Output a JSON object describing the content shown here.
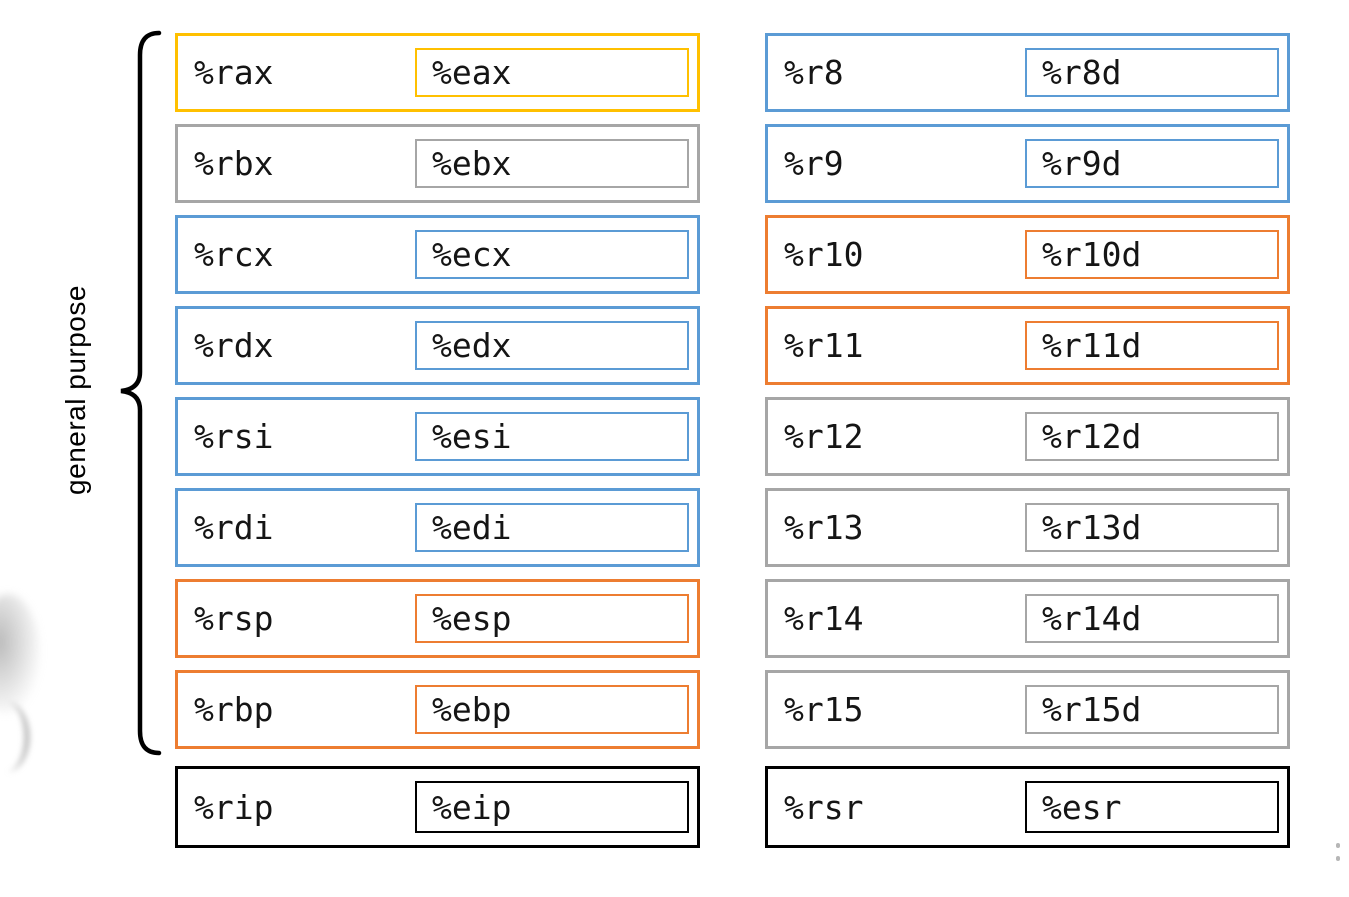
{
  "brace": {
    "label": "general purpose"
  },
  "colors": {
    "yellow": "#FFC000",
    "gray": "#A6A6A6",
    "blue": "#5B9BD5",
    "orange": "#ED7D31",
    "black": "#000000"
  },
  "columns": [
    {
      "id": "col-left",
      "general": [
        {
          "name": "%rax",
          "sub": "%eax",
          "color": "yellow"
        },
        {
          "name": "%rbx",
          "sub": "%ebx",
          "color": "gray"
        },
        {
          "name": "%rcx",
          "sub": "%ecx",
          "color": "blue"
        },
        {
          "name": "%rdx",
          "sub": "%edx",
          "color": "blue"
        },
        {
          "name": "%rsi",
          "sub": "%esi",
          "color": "blue"
        },
        {
          "name": "%rdi",
          "sub": "%edi",
          "color": "blue"
        },
        {
          "name": "%rsp",
          "sub": "%esp",
          "color": "orange"
        },
        {
          "name": "%rbp",
          "sub": "%ebp",
          "color": "orange"
        }
      ],
      "special": [
        {
          "name": "%rip",
          "sub": "%eip",
          "color": "black"
        }
      ]
    },
    {
      "id": "col-right",
      "general": [
        {
          "name": "%r8",
          "sub": "%r8d",
          "color": "blue"
        },
        {
          "name": "%r9",
          "sub": "%r9d",
          "color": "blue"
        },
        {
          "name": "%r10",
          "sub": "%r10d",
          "color": "orange"
        },
        {
          "name": "%r11",
          "sub": "%r11d",
          "color": "orange"
        },
        {
          "name": "%r12",
          "sub": "%r12d",
          "color": "gray"
        },
        {
          "name": "%r13",
          "sub": "%r13d",
          "color": "gray"
        },
        {
          "name": "%r14",
          "sub": "%r14d",
          "color": "gray"
        },
        {
          "name": "%r15",
          "sub": "%r15d",
          "color": "gray"
        }
      ],
      "special": [
        {
          "name": "%rsr",
          "sub": "%esr",
          "color": "black"
        }
      ]
    }
  ]
}
